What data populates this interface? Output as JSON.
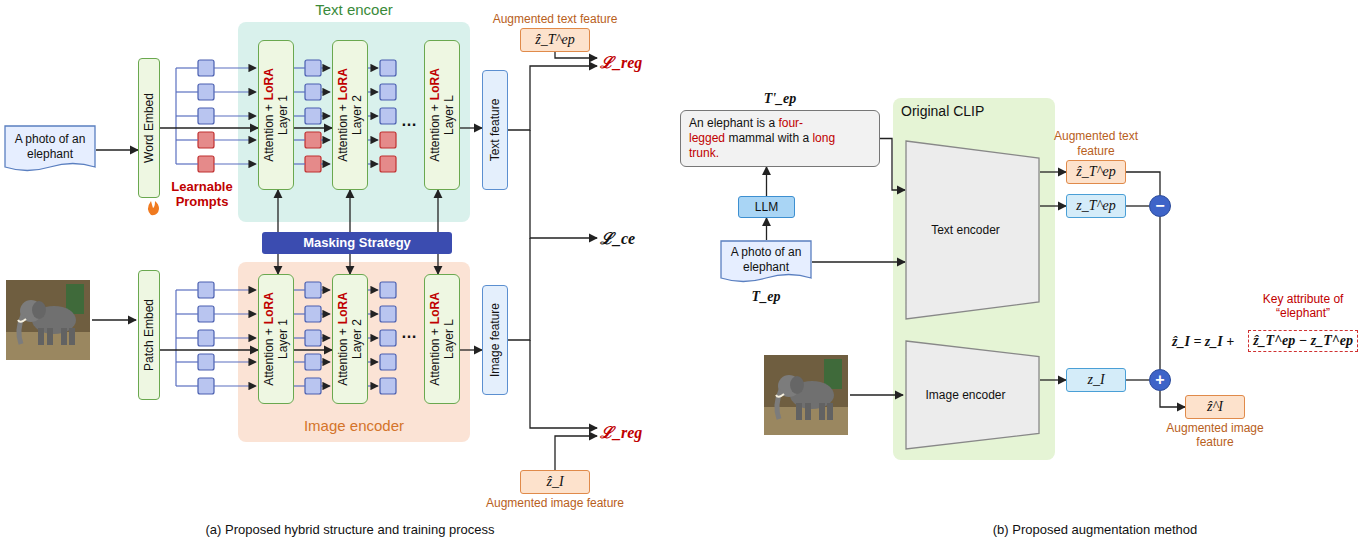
{
  "diagram": {
    "nodes": [
      {
        "text": [
          "A photo of an elephant"
        ]
      },
      {
        "text": [
          "Word Embed"
        ]
      },
      {
        "text": [
          "Text encoer"
        ]
      },
      {
        "text": [
          "Attention +",
          "LoRA",
          "Layer 1"
        ],
        "in": 2
      },
      {
        "text": [
          "Attention +",
          "LoRA",
          "Layer 2"
        ],
        "in": 2
      },
      {
        "text": [
          "Attention +",
          "LoRA",
          "Layer L"
        ],
        "in": 2
      },
      {
        "text": [
          "Text feature"
        ]
      },
      {
        "text": [
          "Augmented text feature",
          "ẑ_T^ep"
        ]
      },
      {
        "text": [
          "Masking Strategy"
        ]
      },
      {
        "text": [
          "Image encoder"
        ]
      },
      {
        "text": [
          "Attention +",
          "LoRA",
          "Layer 1"
        ],
        "in": 9
      },
      {
        "text": [
          "Attention +",
          "LoRA",
          "Layer 2"
        ],
        "in": 9
      },
      {
        "text": [
          "Attention +",
          "LoRA",
          "Layer L"
        ],
        "in": 9
      },
      {
        "text": [
          "Image feature"
        ]
      },
      {
        "text": [
          "ẑ_I",
          "Augmented image feature"
        ]
      },
      {
        "text": [
          "Patch Embed"
        ]
      },
      {
        "text": [
          "T'_ep",
          "An elephant is a",
          "four-legged",
          "mammal with a",
          "long trunk."
        ]
      },
      {
        "text": [
          "LLM"
        ]
      },
      {
        "text": [
          "A photo of an elephant",
          "T_ep"
        ]
      },
      {
        "text": [
          "Original CLIP"
        ]
      },
      {
        "text": [
          "Text encoder"
        ],
        "in": 19
      },
      {
        "text": [
          "Image encoder"
        ],
        "in": 19
      },
      {
        "text": [
          "Augmented text feature",
          "ẑ_T^ep"
        ]
      },
      {
        "text": [
          "z_T^ep"
        ]
      },
      {
        "text": [
          "−"
        ]
      },
      {
        "text": [
          "z_I"
        ]
      },
      {
        "text": [
          "+"
        ]
      },
      {
        "text": [
          "ẑ^I",
          "Augmented image feature"
        ]
      }
    ],
    "edges": [
      {
        "from": 0,
        "to": 1,
        "arrow": "to"
      },
      {
        "from": 1,
        "to": 3,
        "arrow": "to"
      },
      {
        "from": 3,
        "to": 4,
        "arrow": "to"
      },
      {
        "from": 5,
        "to": 6,
        "arrow": "to"
      },
      {
        "from": 8,
        "to": 3,
        "arrow": "to"
      },
      {
        "from": 8,
        "to": 4,
        "arrow": "to"
      },
      {
        "from": 8,
        "to": 5,
        "arrow": "to"
      },
      {
        "from": 8,
        "to": 10,
        "arrow": "to"
      },
      {
        "from": 8,
        "to": 11,
        "arrow": "to"
      },
      {
        "from": 8,
        "to": 12,
        "arrow": "to"
      },
      {
        "from": 15,
        "to": 10,
        "arrow": "to"
      },
      {
        "from": 10,
        "to": 11,
        "arrow": "to"
      },
      {
        "from": 12,
        "to": 13,
        "arrow": "to"
      },
      {
        "from": 18,
        "to": 17,
        "arrow": "to"
      },
      {
        "from": 17,
        "to": 16,
        "arrow": "to"
      },
      {
        "from": 16,
        "to": 20,
        "arrow": "to"
      },
      {
        "from": 18,
        "to": 20,
        "arrow": "to"
      },
      {
        "from": 20,
        "to": 22,
        "arrow": "to"
      },
      {
        "from": 20,
        "to": 23,
        "arrow": "to"
      },
      {
        "from": 22,
        "to": 24,
        "arrow": "none"
      },
      {
        "from": 23,
        "to": 24,
        "arrow": "none"
      },
      {
        "from": 24,
        "to": 26,
        "arrow": "none"
      },
      {
        "from": 21,
        "to": 25,
        "arrow": "to"
      },
      {
        "from": 25,
        "to": 26,
        "arrow": "none"
      },
      {
        "from": 26,
        "to": 27,
        "arrow": "to"
      }
    ],
    "labels": [
      "Learnable Prompts",
      "…",
      "…",
      "ℒ_reg",
      "ℒ_ce",
      "ℒ_reg",
      "(a) Proposed hybrid structure and training process",
      "ẑ_I = z_I +",
      "ẑ_T^ep − z_T^ep",
      "Key attribute of “elephant”",
      "(b) Proposed augmentation method"
    ]
  }
}
